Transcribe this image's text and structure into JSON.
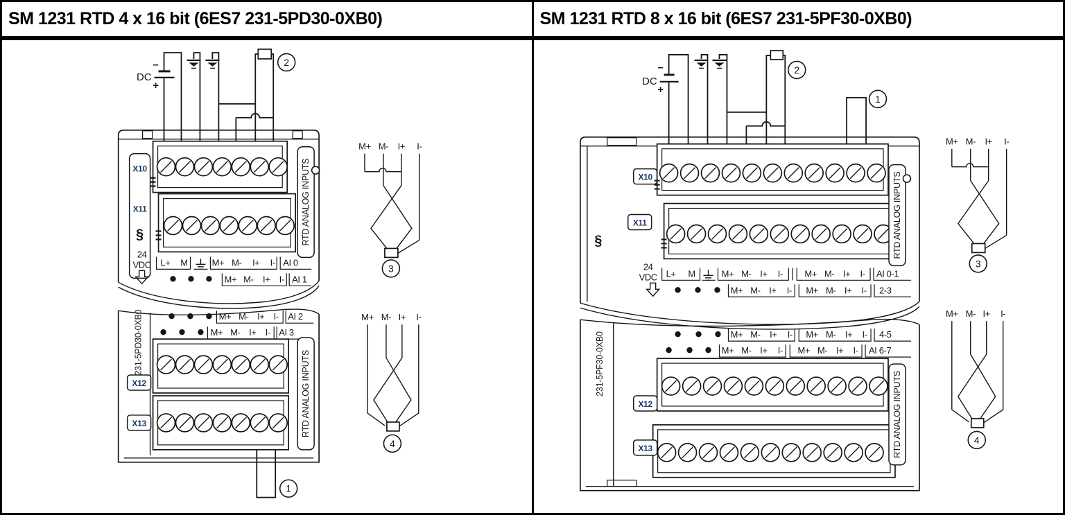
{
  "colors": {
    "ink": "#161616",
    "connector_label": "#1b3c6e",
    "background": "#ffffff",
    "border": "#000000"
  },
  "header": {
    "left_title": "SM 1231 RTD 4 x 16 bit (6ES7 231-5PD30-0XB0)",
    "right_title": "SM 1231 RTD 8 x 16 bit (6ES7 231-5PF30-0XB0)"
  },
  "labels": {
    "dc": "DC",
    "minus": "–",
    "plus": "+",
    "v24": "24",
    "vdc": "VDC",
    "l_plus": "L+",
    "m": "M",
    "m_plus": "M+",
    "m_minus": "M-",
    "i_plus": "I+",
    "i_minus": "I-",
    "rtd_inputs": "RTD ANALOG INPUTS"
  },
  "callouts": {
    "c1": "1",
    "c2": "2",
    "c3": "3",
    "c4": "4"
  },
  "left_module": {
    "order_code": "231-5PD30-0XB0",
    "connectors": {
      "x10": "X10",
      "x11": "X11",
      "x12": "X12",
      "x13": "X13"
    },
    "channels": {
      "ai0": "AI 0",
      "ai1": "AI 1",
      "ai2": "AI 2",
      "ai3": "AI 3"
    }
  },
  "right_module": {
    "order_code": "231-5PF30-0XB0",
    "connectors": {
      "x10": "X10",
      "x11": "X11",
      "x12": "X12",
      "x13": "X13"
    },
    "channels": {
      "ai01": "AI 0-1",
      "ai23": "2-3",
      "ai45": "4-5",
      "ai67": "AI 6-7"
    }
  },
  "icons": {
    "siemens_logo": "§"
  }
}
